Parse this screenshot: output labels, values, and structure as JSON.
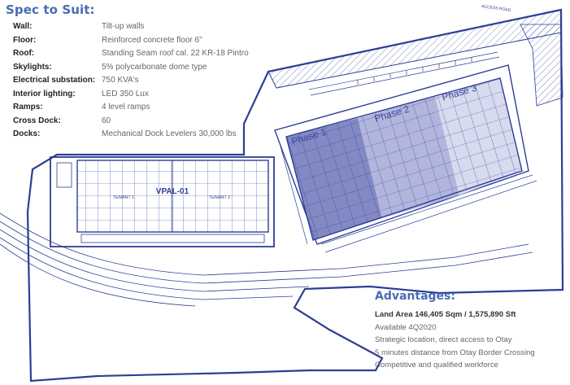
{
  "spec": {
    "title": "Spec to Suit:",
    "rows": [
      {
        "label": "Wall:",
        "value": "Tilt-up walls"
      },
      {
        "label": "Floor:",
        "value": "Reinforced concrete floor 6\""
      },
      {
        "label": "Roof:",
        "value": "Standing Seam roof cal. 22 KR-18 Pintro"
      },
      {
        "label": "Skylights:",
        "value": "5% polycarbonate dome type"
      },
      {
        "label": "Electrical substation:",
        "value": "750 KVA's"
      },
      {
        "label": "Interior lighting:",
        "value": "LED 350 Lux"
      },
      {
        "label": "Ramps:",
        "value": "4 level ramps"
      },
      {
        "label": "Cross Dock:",
        "value": "60"
      },
      {
        "label": "Docks:",
        "value": "Mechanical Dock Levelers 30,000 lbs"
      }
    ]
  },
  "advantages": {
    "title": "Advantages:",
    "items": [
      "Land Area 146,405 Sqm / 1,575,890 Sft",
      "Available 4Q2020",
      "Strategic location, direct access to Otay",
      "5 minutes distance from Otay Border Crossing",
      "Competitive and qualified workforce"
    ]
  },
  "plan": {
    "access_road": "ACCESS ROAD",
    "building_a": {
      "name": "VPAL-01",
      "tenant1": "TENANT 1",
      "tenant2": "TENANT 2"
    },
    "building_b": {
      "phase1": "Phase 1",
      "phase2": "Phase 2",
      "phase3": "Phase 3"
    },
    "colors": {
      "line": "#2c3e96",
      "phase1": "#6c74b8",
      "phase2": "#a4a8d6",
      "phase3": "#d4d6ec"
    }
  }
}
